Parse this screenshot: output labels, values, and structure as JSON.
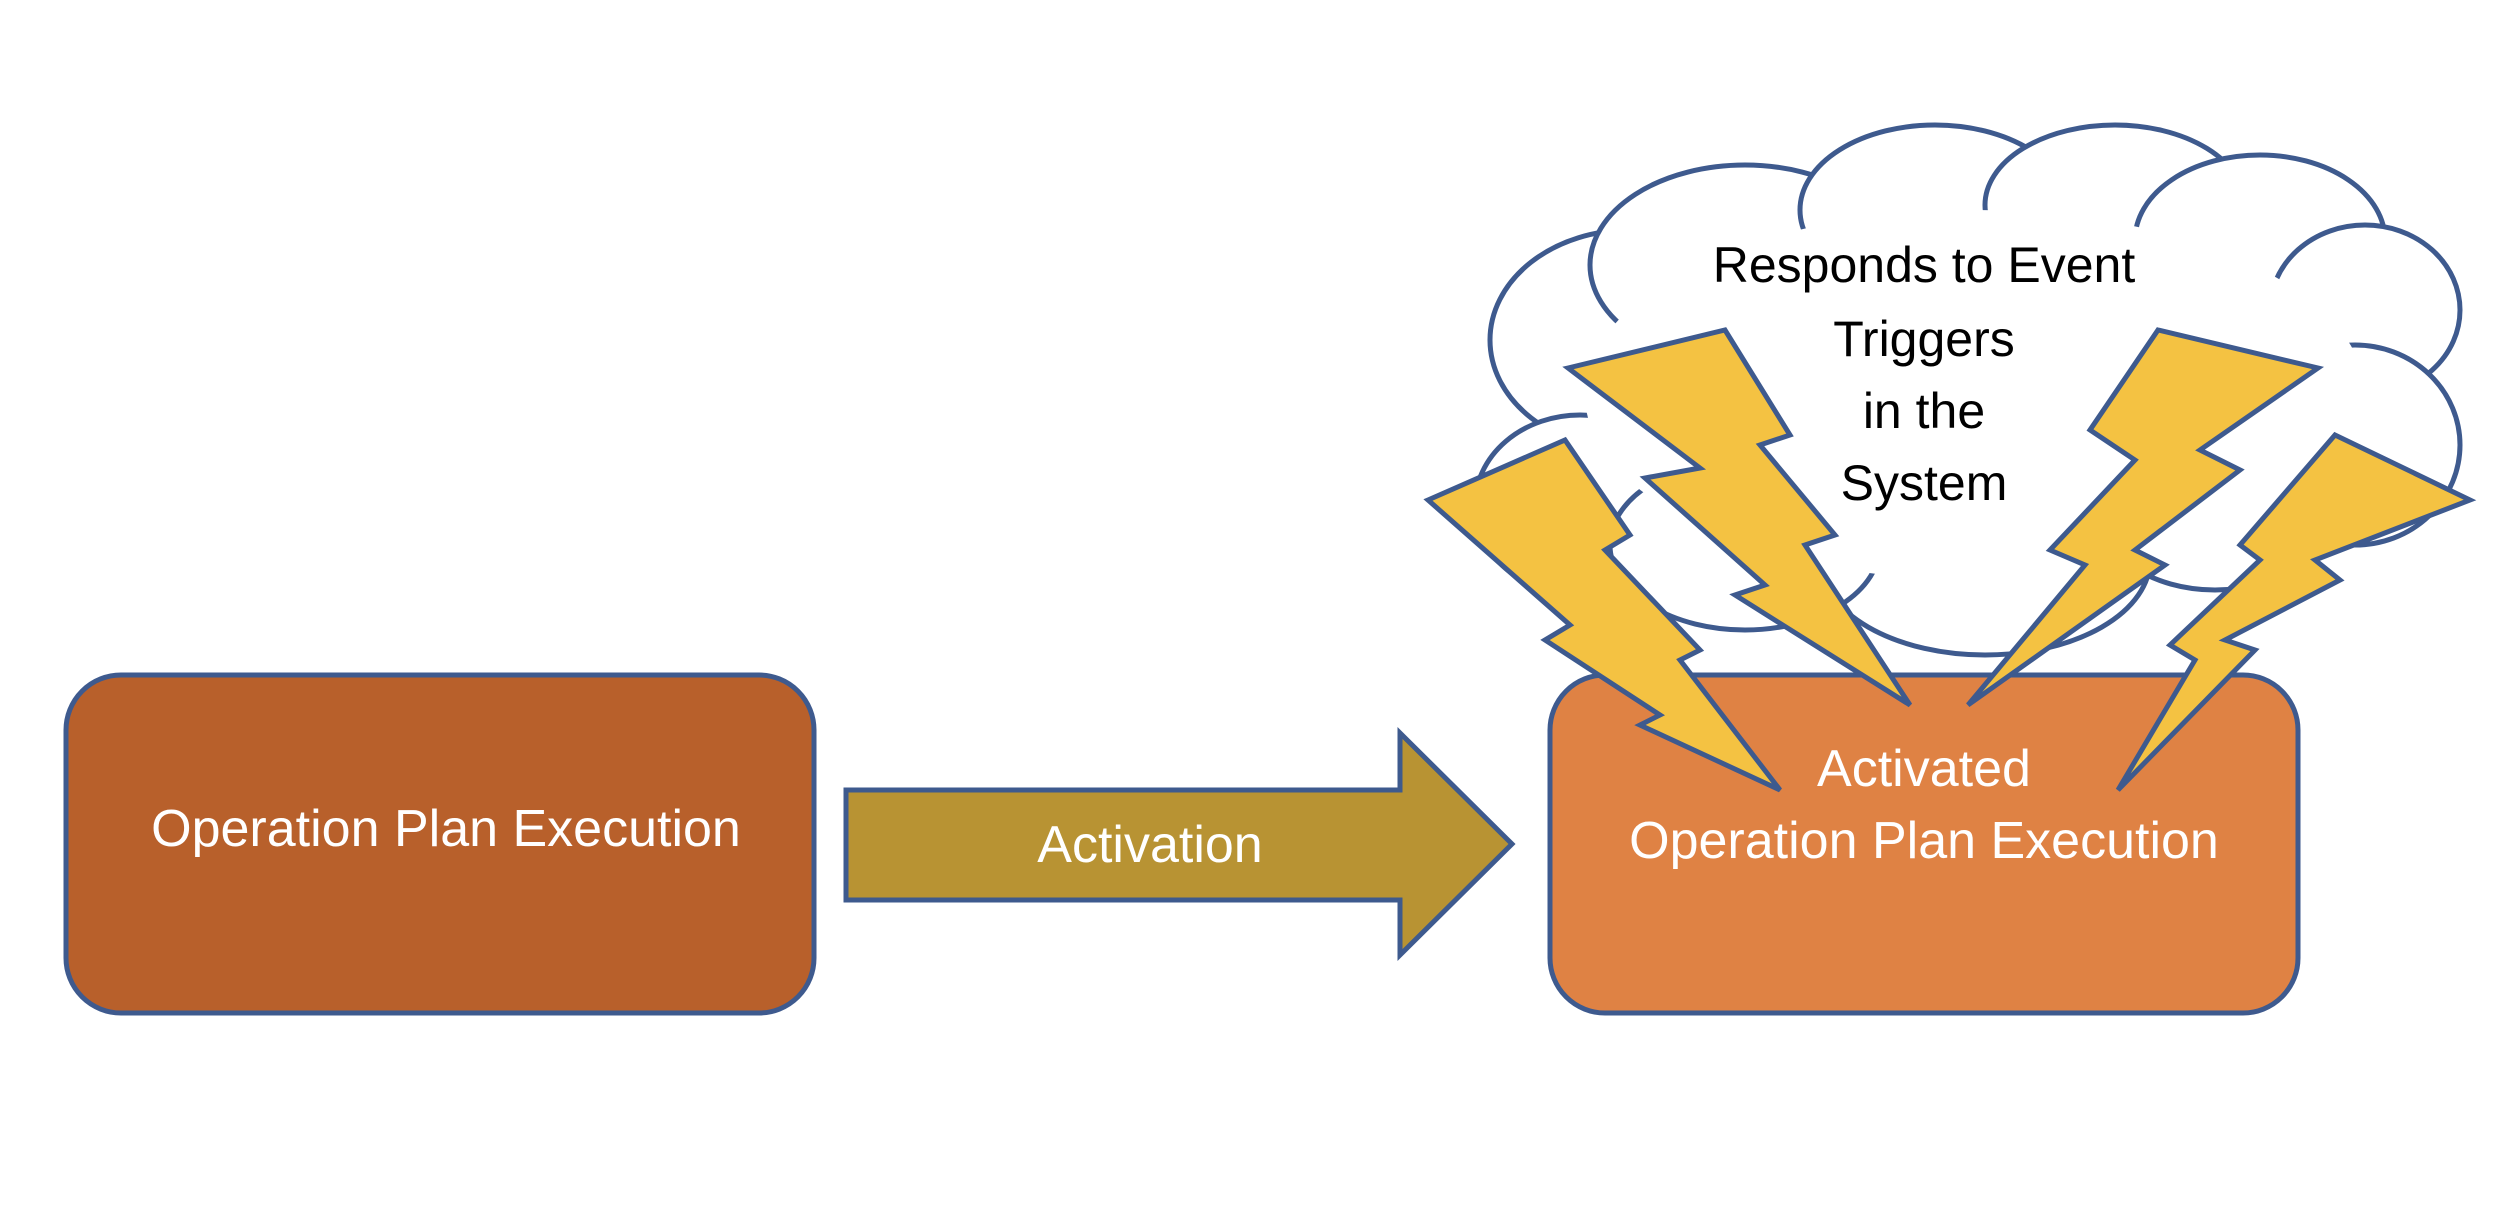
{
  "nodes": {
    "left_box": {
      "label": "Operation Plan Execution",
      "fill": "#B8602B"
    },
    "arrow": {
      "label": "Activation",
      "fill": "#B89333"
    },
    "right_box": {
      "label_line1": "Activated",
      "label_line2": "Operation Plan Execution",
      "fill": "#DF8244"
    },
    "cloud": {
      "line1": "Responds to Event",
      "line2": "Triggers",
      "line3": "in the",
      "line4": "System"
    }
  },
  "colors": {
    "outline": "#3E5A8E",
    "lightning": "#F4C242",
    "label_light": "#ffffff",
    "label_dark": "#000000"
  },
  "icons": [
    "lightning-bolt-icon",
    "cloud-shape"
  ]
}
